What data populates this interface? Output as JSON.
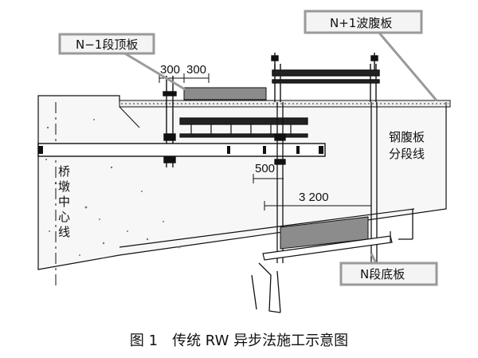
{
  "labels": {
    "n_minus_1_top_plate": "N−1段顶板",
    "n_plus_1_web": "N+1波腹板",
    "steel_web_line": [
      "钢腹板",
      "分段线"
    ],
    "pier_center_line": [
      "桥",
      "墩",
      "中",
      "心",
      "线"
    ],
    "n_bottom_plate": "N段底板"
  },
  "dimensions": {
    "d300_left": "300",
    "d300_right": "300",
    "d500": "500",
    "d3200": "3 200"
  },
  "caption": "图 1　传统 RW 异步法施工示意图",
  "colors": {
    "line": "#111111",
    "concrete": "#f7f7f7",
    "plate_fill": "#8c8c8c",
    "callout_border": "#9a9a9a"
  }
}
